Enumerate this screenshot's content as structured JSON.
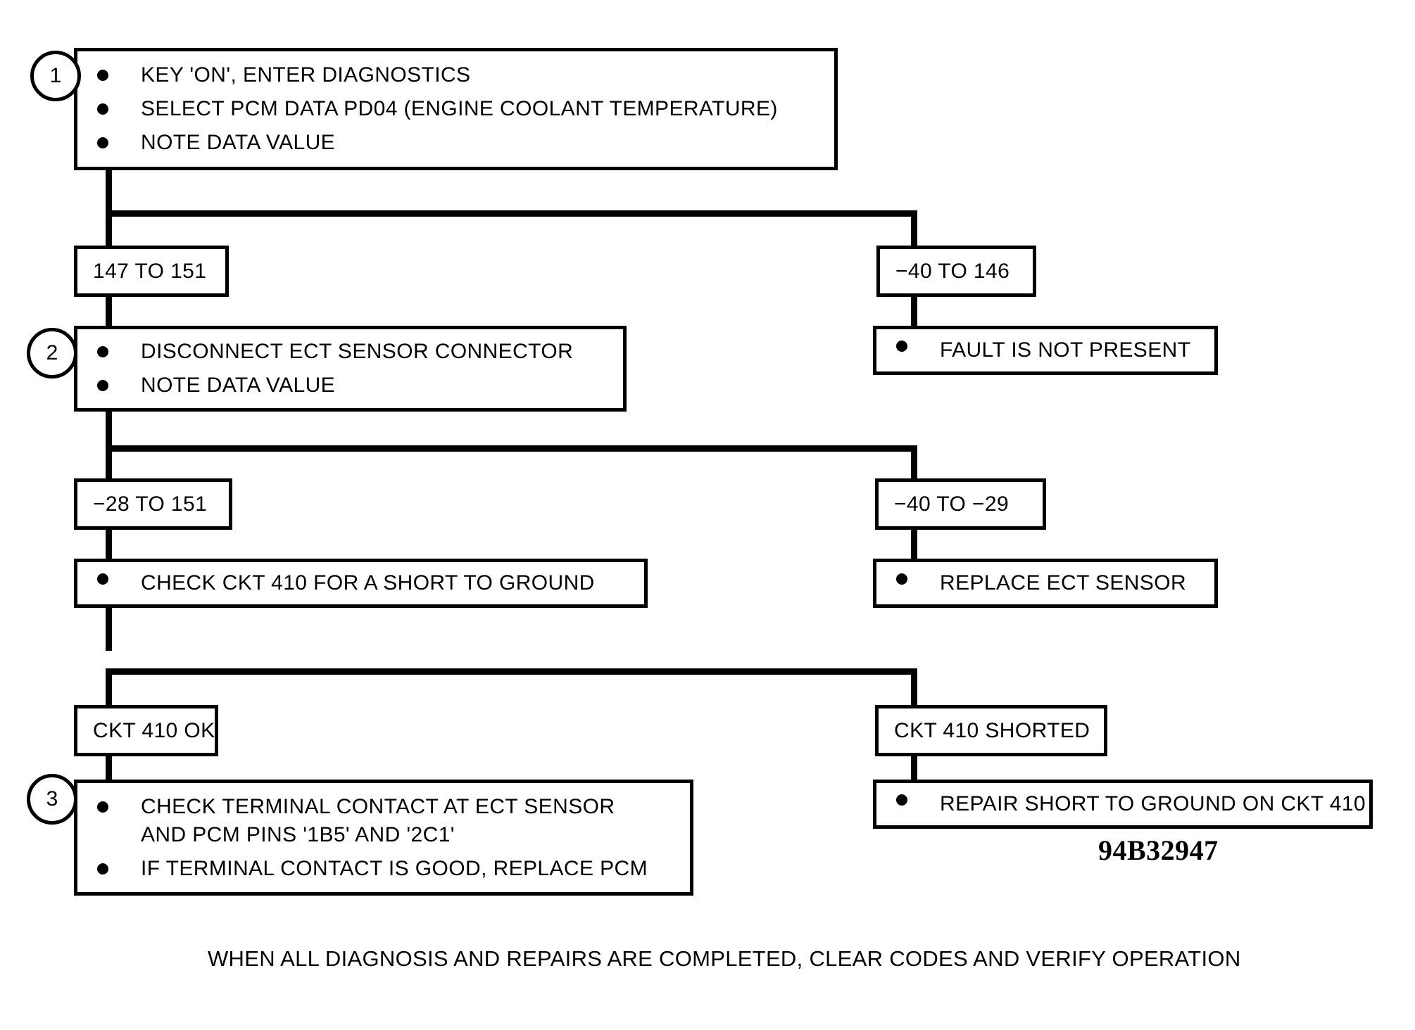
{
  "diagram": {
    "figure_code": "94B32947",
    "footer_note": "WHEN ALL DIAGNOSIS AND REPAIRS ARE COMPLETED, CLEAR CODES AND VERIFY OPERATION",
    "steps": {
      "one": "1",
      "two": "2",
      "three": "3"
    },
    "step1": {
      "bullets": [
        "KEY 'ON', ENTER DIAGNOSTICS",
        "SELECT PCM DATA PD04 (ENGINE COOLANT TEMPERATURE)",
        "NOTE DATA VALUE"
      ]
    },
    "branch1": {
      "left_label": "147 TO 151",
      "right_label": "−40 TO 146"
    },
    "step2": {
      "bullets": [
        "DISCONNECT ECT SENSOR CONNECTOR",
        "NOTE DATA VALUE"
      ]
    },
    "result1": {
      "bullet": "FAULT IS NOT PRESENT"
    },
    "branch2": {
      "left_label": "−28 TO 151",
      "right_label": "−40 TO −29"
    },
    "action1": {
      "bullet": "CHECK CKT 410 FOR A SHORT TO GROUND"
    },
    "result2": {
      "bullet": "REPLACE ECT SENSOR"
    },
    "branch3": {
      "left_label": "CKT 410 OK",
      "right_label": "CKT 410 SHORTED"
    },
    "step3": {
      "bullets": [
        "CHECK TERMINAL CONTACT AT ECT SENSOR\nAND PCM PINS '1B5' AND '2C1'",
        "IF TERMINAL CONTACT IS GOOD, REPLACE PCM"
      ]
    },
    "result3": {
      "bullet": "REPAIR SHORT TO GROUND ON CKT 410"
    }
  }
}
